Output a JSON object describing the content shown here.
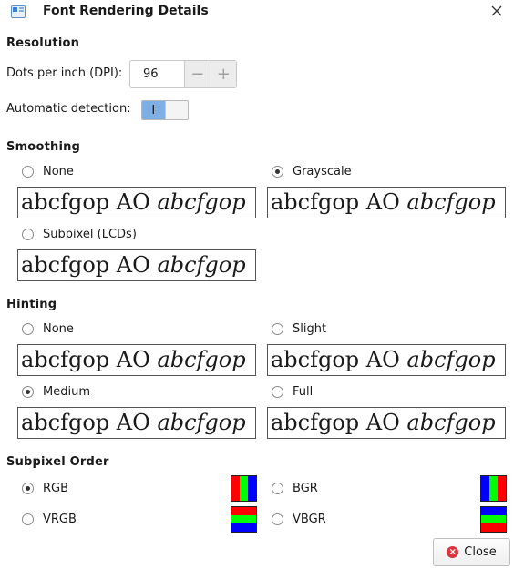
{
  "window": {
    "title": "Font Rendering Details"
  },
  "resolution": {
    "heading": "Resolution",
    "dpi_label": "Dots per inch (DPI):",
    "dpi_value": "96",
    "decrement_glyph": "−",
    "increment_glyph": "+",
    "auto_label": "Automatic detection:",
    "auto_toggle_text": "I",
    "auto_enabled": true
  },
  "sample_text": {
    "regular": "abcfgop AO ",
    "italic": "abcfgop"
  },
  "smoothing": {
    "heading": "Smoothing",
    "options": [
      {
        "label": "None",
        "selected": false
      },
      {
        "label": "Grayscale",
        "selected": true
      },
      {
        "label": "Subpixel (LCDs)",
        "selected": false
      }
    ]
  },
  "hinting": {
    "heading": "Hinting",
    "options": [
      {
        "label": "None",
        "selected": false
      },
      {
        "label": "Slight",
        "selected": false
      },
      {
        "label": "Medium",
        "selected": true
      },
      {
        "label": "Full",
        "selected": false
      }
    ]
  },
  "subpixel_order": {
    "heading": "Subpixel Order",
    "options": [
      {
        "label": "RGB",
        "selected": true,
        "colors": [
          "#ff0000",
          "#00ff00",
          "#0000ff"
        ]
      },
      {
        "label": "BGR",
        "selected": false,
        "colors": [
          "#0000ff",
          "#00ff00",
          "#ff0000"
        ]
      },
      {
        "label": "VRGB",
        "selected": false,
        "colors": [
          "#ff0000",
          "#00ff00",
          "#0000ff"
        ]
      },
      {
        "label": "VBGR",
        "selected": false,
        "colors": [
          "#0000ff",
          "#00ff00",
          "#ff0000"
        ]
      }
    ]
  },
  "footer": {
    "close_label": "Close"
  },
  "icons": {
    "app": "font-settings-icon",
    "window_close": "close-icon",
    "button_close": "close-circle-icon"
  },
  "colors": {
    "toggle_on": "#7eaee3",
    "close_icon": "#d9363e"
  }
}
